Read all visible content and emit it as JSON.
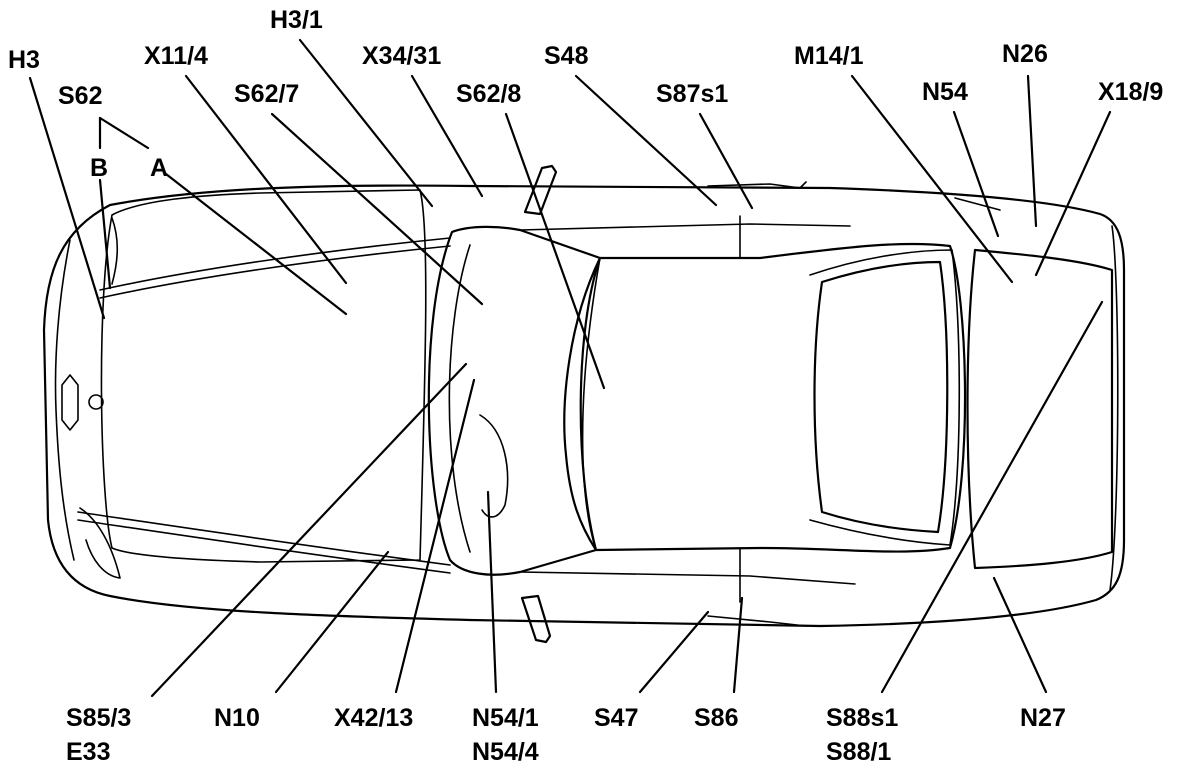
{
  "labels": {
    "h3": "H3",
    "s62": "S62",
    "s62_b": "B",
    "s62_a": "A",
    "x11_4": "X11/4",
    "h3_1": "H3/1",
    "s62_7": "S62/7",
    "x34_31": "X34/31",
    "s48": "S48",
    "s62_8": "S62/8",
    "s87s1": "S87s1",
    "m14_1": "M14/1",
    "n26": "N26",
    "n54": "N54",
    "x18_9": "X18/9",
    "s85_3": "S85/3",
    "e33": "E33",
    "n10": "N10",
    "x42_13": "X42/13",
    "n54_1": "N54/1",
    "n54_4": "N54/4",
    "s47": "S47",
    "s86": "S86",
    "s88s1": "S88s1",
    "s88_1": "S88/1",
    "n27": "N27"
  }
}
